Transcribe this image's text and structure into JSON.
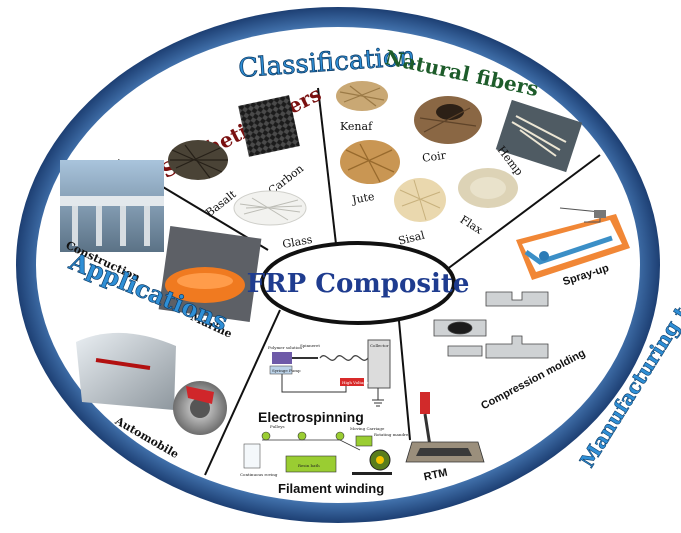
{
  "center": {
    "label": "FRP Composite"
  },
  "classification": {
    "heading": "Classification",
    "synthetic": {
      "heading": "Synthetic fibers",
      "items": [
        "Basalt",
        "Carbon",
        "Glass"
      ]
    },
    "natural": {
      "heading": "Natural fibers",
      "items": [
        "Kenaf",
        "Coir",
        "Hemp",
        "Jute",
        "Sisal",
        "Flax"
      ]
    }
  },
  "applications": {
    "heading": "Applications",
    "items": [
      "Construction",
      "Marine",
      "Automobile"
    ]
  },
  "manufacturing": {
    "heading": "Manufacturing techniques",
    "items": [
      "Spray-up",
      "Compression molding",
      "RTM"
    ]
  },
  "other_techniques": {
    "electrospinning": {
      "label": "Electrospinning",
      "details": [
        "Polymer solution",
        "Spinneret",
        "Syringe Pump",
        "High Voltage",
        "Collector"
      ]
    },
    "filament_winding": {
      "label": "Filament winding",
      "details": [
        "Pulleys",
        "Resin bath",
        "Continuous roving",
        "Moving Carriage",
        "Rotating mandrel"
      ]
    }
  },
  "colors": {
    "ring_outer": "#27508a",
    "ring_inner": "#9cc0e3",
    "heading_blue": "#2f8fd6",
    "synthetic_red": "#7a1010",
    "natural_green": "#1d5c2a",
    "orange": "#f07a20"
  }
}
